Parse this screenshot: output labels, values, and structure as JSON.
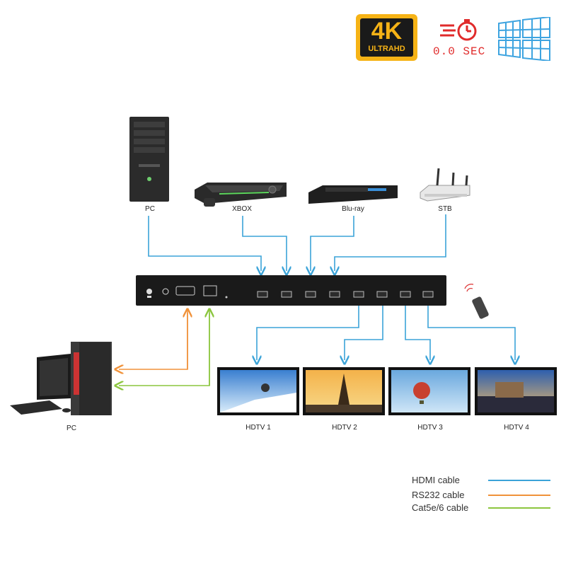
{
  "badges": {
    "resolution_main": "4K",
    "resolution_sub": "ULTRAHD",
    "switching": "0.0 SEC"
  },
  "sources": [
    {
      "label": "PC"
    },
    {
      "label": "XBOX"
    },
    {
      "label": "Blu-ray"
    },
    {
      "label": "STB"
    }
  ],
  "displays": [
    {
      "label": "HDTV 1"
    },
    {
      "label": "HDTV 2"
    },
    {
      "label": "HDTV 3"
    },
    {
      "label": "HDTV 4"
    }
  ],
  "control_pc": {
    "label": "PC"
  },
  "legend": [
    {
      "label": "HDMI cable",
      "color": "#3ba3d8"
    },
    {
      "label": "RS232 cable",
      "color": "#f0923a"
    },
    {
      "label": "Cat5e/6 cable",
      "color": "#8cc63f"
    }
  ]
}
